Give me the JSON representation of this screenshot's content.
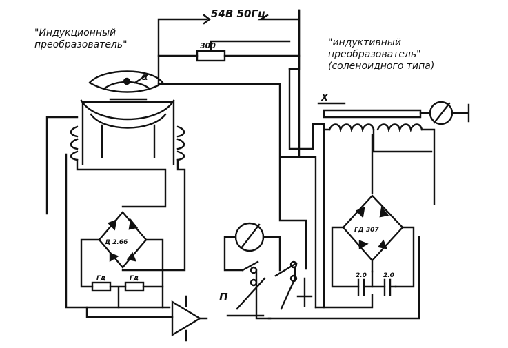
{
  "labels": {
    "left_title": [
      "\"Индукционный",
      "преобразователь\""
    ],
    "right_title": [
      "\"индуктивный",
      "преобразователь\"",
      "(соленоидного типа)"
    ]
  },
  "components": {
    "supply": "54В 50Гц",
    "resistor": "300",
    "alpha": "α",
    "x_marker": "X",
    "bridge_left": "Д 2.66",
    "bridge_right": "ГД 307",
    "res_a": "Гд",
    "res_b": "Гд",
    "cap_a": "2.0",
    "cap_b": "2.0",
    "switch": "П"
  },
  "colors": {
    "ink": "#111111",
    "background": "#ffffff"
  }
}
